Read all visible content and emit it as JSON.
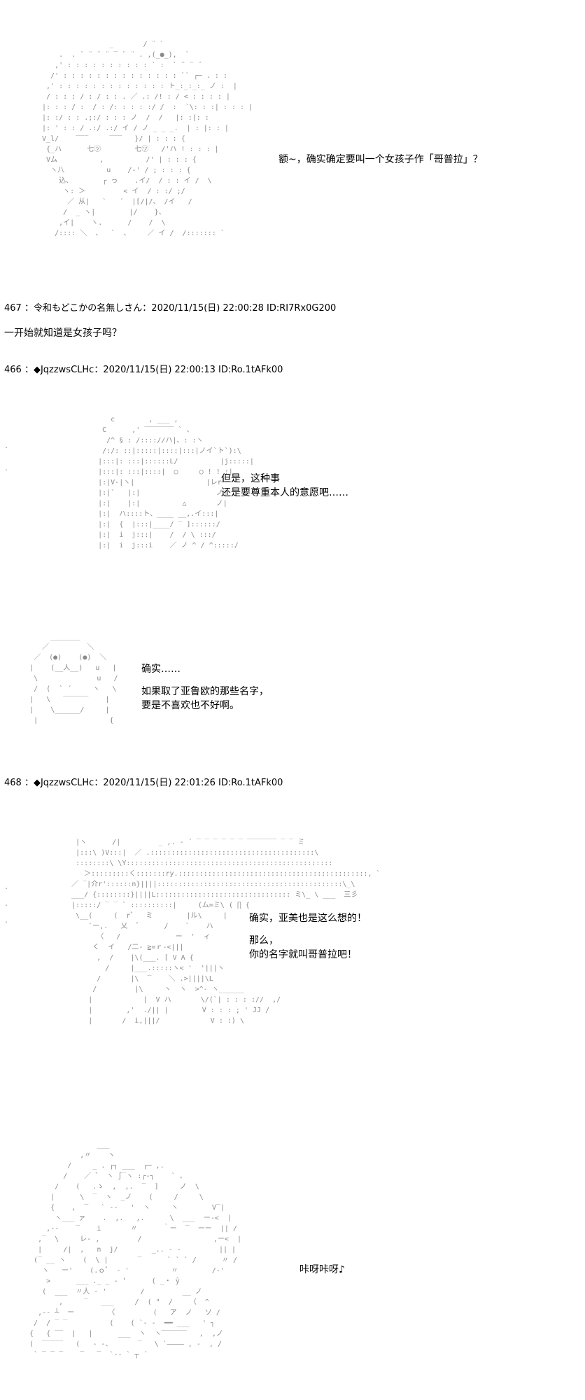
{
  "panel1": {
    "art": "                  _       / ¨ ˋ\n      .  . ¨ ¨ ¨ ¨ ‾ ¨ ¨ . ,(_●_),  `\n     ,' : : : : : : : : : : ` :  ` ¨ ¨ ¨\n    /' : : : : : : : : : : : : : : `` ┌─ . : :\n   ,' : : : : : : : : : : : : : ト_:_:_:_ ノ :  |\n   / : : : / : / : : . ／ .: /! : / < : : : : |\n  |: : : / :  / : /: : : : :/ /  :  `\\: : :| : : : |\n  |: :/ : : .;:/ : : : ノ  /  /   |: :|: :\n  |: ' : : / .:/ .:/ イ / ノ _ _ _.  | : |: : |\n  V_l/    ‾‾‾     ‾‾‾   }/ | : : : {\n   {_ハ      七㋡        七㋡   /'ハ ! : : : |\n   Vム          ,          /' | : : : {\n    ヽ八          u    /-' / ; : : : {\n      込、       ┌ っ    .イ/  / : : イ /  \\\n       ヽ: ＞         < イ  / : :/ ;/\n        ／ 从|   `   ´  |[/|/、 /イ   /\n       /  _ ヽ|        |/    }、\n      ,イ|    ヽ.      /    /  \\\n     /:::: ＼  、  `  、    ／ イ /  /::::::: `",
    "lines": [
      "额~，确实确定要叫一个女孩子作「哥普拉」？"
    ]
  },
  "post467": {
    "header": "467 ：令和もどこかの名無しさん：2020/11/15(日) 22:00:28 ID:RI7Rx0G200",
    "body": "一开始就知道是女孩子吗？"
  },
  "post466": {
    "header": "466 ：◆JqzzwsCLHc：2020/11/15(日) 22:00:13 ID:Ro.1tAFk00"
  },
  "panel2": {
    "art": "         c        , ___ ,\n       C      ,' ‾‾‾‾‾‾‾ ` 、\n        /^ § : /:::://ハ|、: :ヽ\n       /:/: ::|:::::|::::|:::|ノイ`ト`):\\\n      |:::|: :::|::::::L/          |j:::::|\n      |:::|: :::|::::|  ○     ○ ! ! :|\n      |:|V‐|ヽ|                 |レr┘\n      |:|`   |:|                  ノ|\n      |:|    |:|          △       ノ|\n      |:|  ハ::::ト、____ __,.イ:::|\n      |:|  {  |:::|____/ ‾ ]::::::/\n      |:|  i  j:::|    /  / \\ :::/\n      |:|  i  j:::i    ／ ノ ^ / ^:::::/",
    "lines": [
      "但是，这种事",
      "还是要尊重本人的意愿吧……"
    ],
    "dots": ".\n."
  },
  "panel3": {
    "art": "          _______\n        ／         ＼\n      ／  (●)    (●)  ＼\n     |    (__人__)   u   |\n      \\              u   /\n      /  (  ` ´     ヽ   \\\n     |   \\   ‾‾‾‾‾‾    |\n     |    \\______/     |\n      |                 {",
    "lines": [
      "确实……",
      "如果取了亚鲁欧的那些名字，",
      "要是不喜欢也不好啊。"
    ]
  },
  "post468": {
    "header": "468 ：◆JqzzwsCLHc：2020/11/15(日) 22:01:26 ID:Ro.1tAFk00"
  },
  "panel4": {
    "art": "       |ヽ      /|         _ ,. - ´ ‾ ‾ ‾ ‾ ‾ ‾ ‾‾‾‾‾‾‾ ‾ ‾ ミ\n       |:::\\ )V:::|  ／ .:::::::::::::::::::::::::::::::::::::::\\\n       ::::::::\\ \\Y:::::::::::::::::::::::::::::::::::::::::::::::::\n         ＞:::::::::く:::::::ry.:::::::::::::::::::::::::::::::::::::::::::::, `\n      ／ ‾|介r'::::::n}||||::::::::::::::::::::::::::::::::::::::::::::\\_\\\n      ___/ {::::::::}||||L:::::::::::::::::::::::::::::::: ミ\\_ \\ ___  三彡\n      |:::::/ ‾ ‾ ` ::::::::::|     (ム=ミ\\ ( ∏ {\n       \\__(     (  r゛  ミ        |ル\\     |\n          `ー,.   乂  ゛     /    `    ハ\n            〈   /             ー  '  ィ\n           く  イ   /二‐ ≧=ｒ‐<|||\n            ,  /    |\\(___. [ V A {\n              /     |___.:::::ヽ< '  '|||ヽ\n            /       |\\  ‾    ＼ .>||||\\L\n           /         |\\     ヽ  ヽ  >^‐ ヽ______\n          |            |  V ハ       \\/(`| : : : ://  ,/\n          |        ,'  ./|| |        V : : : ; ' JJ /\n          |       /  i,|||/            V : :) \\",
    "lines": [
      "确实，亚美也是这么想的！",
      "那么，",
      "你的名字就叫哥普拉吧！"
    ],
    "dots": ".\n.\n."
  },
  "panel5": {
    "art": "                  ___\n              ,〃    ヽ\n           /     _ . ┌┐ ___  ┌─ ,.\n          /    ／ ゛ ヽ ∫‾ヽ :┌‐┐    ` 、\n        /    (   .ゝ  ,  ,.  ‾  ]     ノ  \\\n       |      \\  ‾  ヽ  _ノ    (     /     \\\n       {    ,  ‾   ` -‐   '  ヽ     ヽ        V‾|\n        ヽ___ ァ    .  ,.   ,.      \\  ___  ー‐<  |\n      ,--    ‾    i       〃      ｀ー  ‾  ーー  || /\n    ,‾  \\     レ- ,         /                 ,ー<  |\n    |     /|  ,   n  j/        _.. - -         || |\n   (‾ __ ヽ    (  \\ |       ‾      ` ` ` /      〃 /\n     ヽ   ー'    (.ｏ゛ ‐ '          〃        /‐'\n      >      ___ ._ _ ‐ ’      ( _・ ̄y\n     (  ___  〃人 ‐ '        /         __ ノ\n         ,     ‾   ___     /  ( \"  /    〈  ^\n    ,‐‐ ┴  ー        〈         (   ア  ノ   ソ /\n   /  / ‾ ‾          (    ( `‐ -  ━━ ___   ' ┐\n  {   { ‾‾  |   |      ___  ヽ  ヽ‾‾‾‾‾‾   ,  ,ノ\n  (  ‾‾‾‾‾   (   ‐ -、      ‾   \\ `―――― , ‐  , /\n   ` ‾ ‾ ‾    ‾   ‾  `‐- ` ┬ ´",
    "lines": [
      "咔呀咔呀♪"
    ]
  }
}
